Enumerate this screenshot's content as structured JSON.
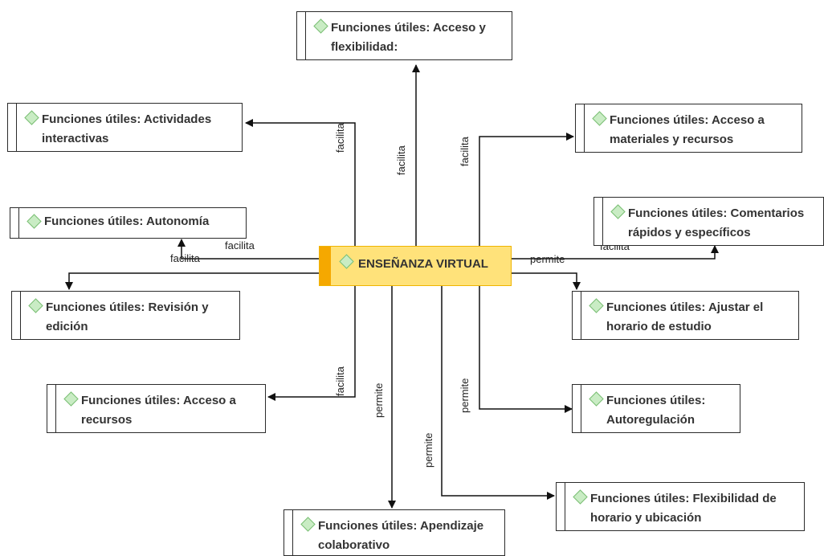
{
  "center": {
    "label": "ENSEÑANZA VIRTUAL"
  },
  "nodes": {
    "acceso_flex": "Funciones útiles: Acceso y flexibilidad:",
    "actividades": "Funciones útiles: Actividades interactivas",
    "materiales": "Funciones útiles: Acceso a materiales y recursos",
    "autonomia": "Funciones útiles: Autonomía",
    "comentarios": "Funciones útiles: Comentarios rápidos y específicos",
    "revision": "Funciones útiles: Revisión y edición",
    "ajustar": "Funciones útiles: Ajustar el horario de estudio",
    "recursos": "Funciones útiles: Acceso a recursos",
    "autorregulacion": "Funciones útiles: Autoregulación",
    "flex_horario": "Funciones útiles: Flexibilidad de horario y ubicación",
    "colaborativo": "Funciones útiles: Apendizaje colaborativo"
  },
  "edges": {
    "to_acceso_flex": "facilita",
    "to_actividades": "facilita",
    "to_materiales": "facilita",
    "to_autonomia_1": "facilita",
    "to_autonomia_2": "facilita",
    "to_comentarios_1": "permite",
    "to_comentarios_2": "facilita",
    "to_recursos": "facilita",
    "to_colaborativo": "permite",
    "to_flex_horario": "permite",
    "to_autorregulacion": "permite"
  },
  "colors": {
    "center_fill": "#ffe27a",
    "center_border": "#f0b400",
    "center_bar": "#f5a800",
    "diamond_fill": "#c9ecc4",
    "diamond_border": "#7bbf75",
    "line": "#111111"
  }
}
